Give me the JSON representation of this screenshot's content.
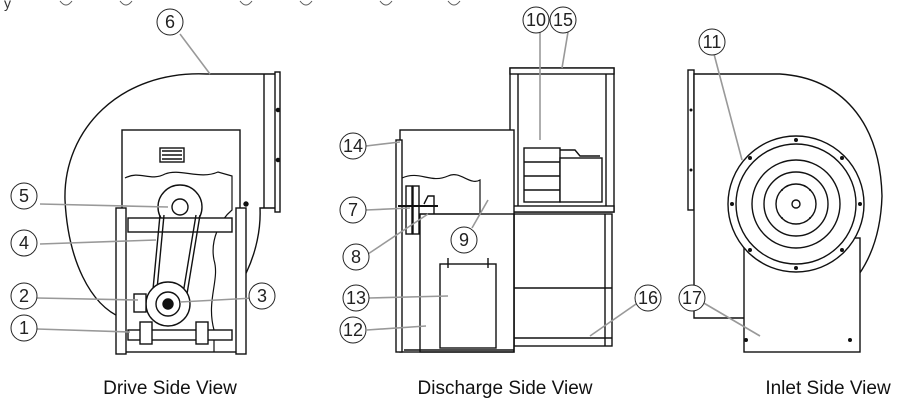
{
  "header_fragment": "y ",
  "views": [
    {
      "id": "drive",
      "title": "Drive Side View"
    },
    {
      "id": "discharge",
      "title": "Discharge Side View"
    },
    {
      "id": "inlet",
      "title": "Inlet Side View"
    }
  ],
  "callouts": [
    "1",
    "2",
    "3",
    "4",
    "5",
    "6",
    "7",
    "8",
    "9",
    "10",
    "11",
    "12",
    "13",
    "14",
    "15",
    "16",
    "17"
  ]
}
